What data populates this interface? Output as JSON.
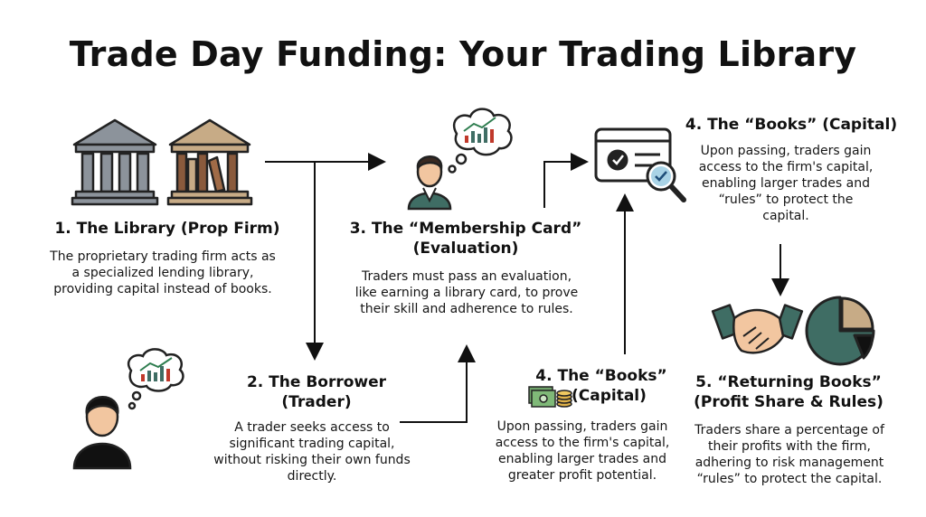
{
  "title": "Trade Day Funding: Your Trading Library",
  "steps": {
    "library": {
      "heading": "1. The Library (Prop Firm)",
      "body": "The proprietary trading firm acts as a specialized lending library, providing capital instead of books."
    },
    "borrower": {
      "heading_line1": "2. The Borrower",
      "heading_line2": "(Trader)",
      "body": "A trader seeks access to significant trading capital, without risking their own funds directly."
    },
    "membership": {
      "heading_line1": "3. The “Membership Card”",
      "heading_line2": "(Evaluation)",
      "body": "Traders must pass an evaluation, like earning a library card, to prove their skill and adherence to rules."
    },
    "books_center": {
      "heading_line1": "4. The “Books”",
      "heading_line2": "(Capital)",
      "body": "Upon passing, traders gain access to the firm's capital, enabling larger trades and greater profit potential."
    },
    "books_top": {
      "heading": "4. The “Books” (Capital)",
      "body": "Upon passing, traders gain access to the firm's capital, enabling larger trades and “rules” to protect the capital."
    },
    "returning": {
      "heading_line1": "5. “Returning Books”",
      "heading_line2": "(Profit Share & Rules)",
      "body": "Traders share a percentage of their profits with the firm, adhering to risk management “rules” to protect the capital."
    }
  },
  "icons": {
    "bank_grey": "bank-icon",
    "bank_books": "library-books-icon",
    "trader_thinking": "trader-thinking-icon",
    "person_thinking": "person-thinking-icon",
    "checklist_magnifier": "evaluation-checklist-icon",
    "money": "cash-coins-icon",
    "handshake": "handshake-icon",
    "pie": "pie-chart-icon"
  },
  "colors": {
    "teal": "#3f6d64",
    "tan": "#c7ab86",
    "brown": "#8a5a3c",
    "grey": "#8c939b",
    "skin": "#f2c6a0",
    "money_green": "#6fa36a",
    "gold": "#e0b24a"
  }
}
